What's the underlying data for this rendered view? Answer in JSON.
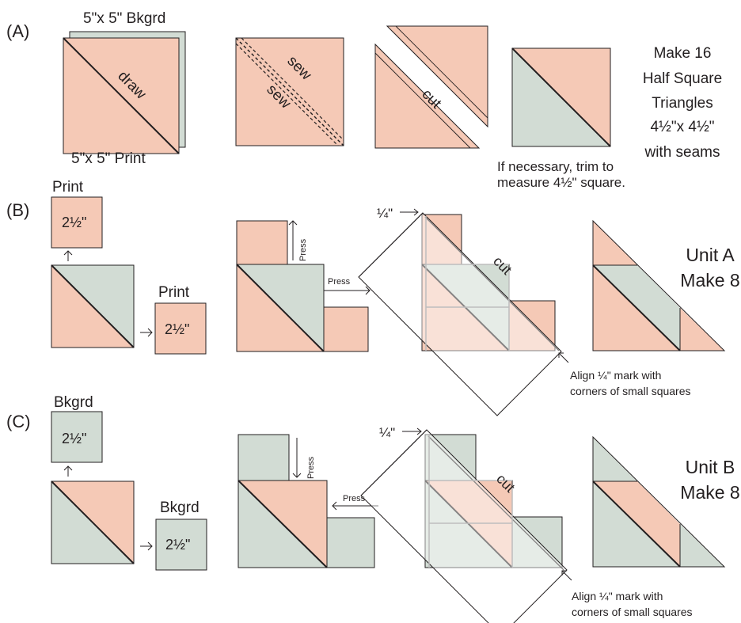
{
  "colors": {
    "print": "#f5c9b6",
    "background": "#d2dcd4",
    "line": "#231f20"
  },
  "rowA": {
    "label": "(A)",
    "bkgrd_label": "5\"x 5\" Bkgrd",
    "print_label": "5\"x 5\" Print",
    "draw": "draw",
    "sew1": "sew",
    "sew2": "sew",
    "cut": "cut",
    "make": [
      "Make 16",
      "Half Square",
      "Triangles",
      "4½\"x 4½\"",
      "with seams"
    ],
    "trim": [
      "If necessary, trim to",
      "measure 4½\" square."
    ]
  },
  "rowB": {
    "label": "(B)",
    "print_top": "Print",
    "size_top": "2½\"",
    "print_right": "Print",
    "size_right": "2½\"",
    "press_up": "Press",
    "press_right": "Press",
    "quarter": "¼\"",
    "cut": "cut",
    "align": [
      "Align ¼\" mark with",
      "corners of small squares"
    ],
    "unit": [
      "Unit A",
      "Make 8"
    ]
  },
  "rowC": {
    "label": "(C)",
    "bkgrd_top": "Bkgrd",
    "size_top": "2½\"",
    "bkgrd_right": "Bkgrd",
    "size_right": "2½\"",
    "press_down": "Press",
    "press_left": "Press",
    "quarter": "¼\"",
    "cut": "cut",
    "align": [
      "Align ¼\" mark with",
      "corners of small squares"
    ],
    "unit": [
      "Unit B",
      "Make 8"
    ]
  }
}
